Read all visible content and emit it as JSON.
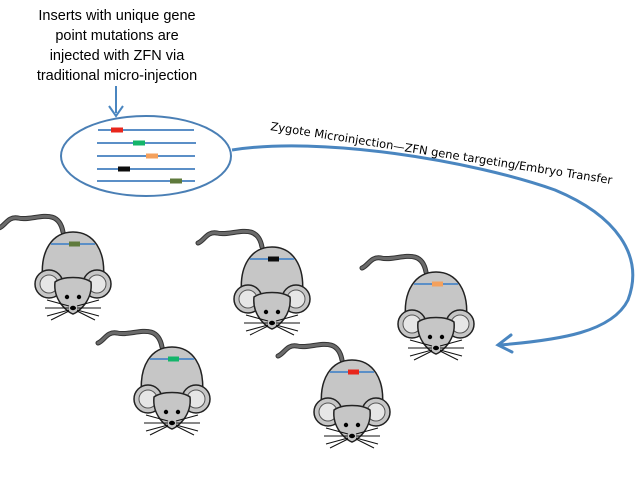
{
  "intro": {
    "lines": [
      "Inserts with unique gene",
      "point mutations are",
      "injected with ZFN via",
      "traditional micro-injection"
    ]
  },
  "arc_label": "Zygote Microinjection—ZFN gene targeting/Embryo Transfer",
  "colors": {
    "dna_line": "#5b8fc7",
    "arrow": "#4a86c0",
    "ellipse_stroke": "#4a7fb5",
    "mouse_body": "#c6c6c6",
    "mouse_outline": "#222222",
    "tail": "#6b6b6b"
  },
  "inserts": [
    {
      "name": "red",
      "color": "#e8261c"
    },
    {
      "name": "green",
      "color": "#14b56a"
    },
    {
      "name": "orange",
      "color": "#f4a15d"
    },
    {
      "name": "black",
      "color": "#0d0d0d"
    },
    {
      "name": "olive",
      "color": "#5f7a3c"
    }
  ],
  "mice": [
    {
      "name": "mouse-olive",
      "insert_color": "#5f7a3c"
    },
    {
      "name": "mouse-black",
      "insert_color": "#0d0d0d"
    },
    {
      "name": "mouse-orange",
      "insert_color": "#f4a15d"
    },
    {
      "name": "mouse-green",
      "insert_color": "#14b56a"
    },
    {
      "name": "mouse-red",
      "insert_color": "#e8261c"
    }
  ]
}
